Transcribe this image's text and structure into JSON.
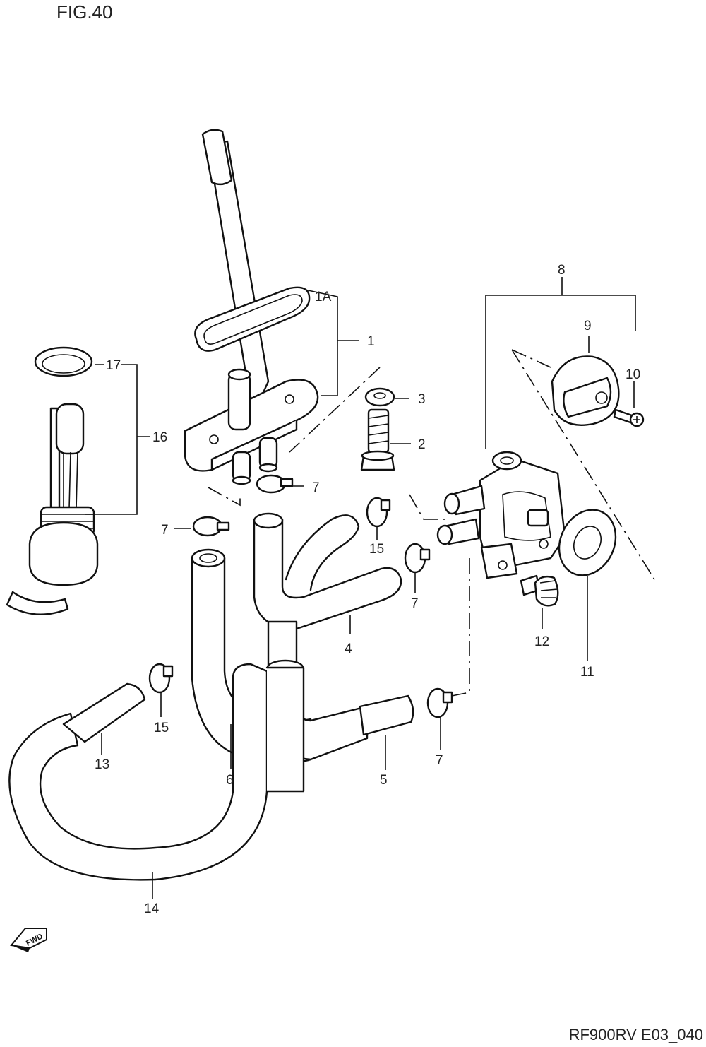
{
  "header": {
    "figure_title": "FIG.40"
  },
  "footer": {
    "code": "RF900RV E03_040"
  },
  "fwd_badge": {
    "text": "FWD"
  },
  "callouts": {
    "c1": "1",
    "c1A": "1A",
    "c2": "2",
    "c3": "3",
    "c4": "4",
    "c5": "5",
    "c6": "6",
    "c7a": "7",
    "c7b": "7",
    "c7c": "7",
    "c7d": "7",
    "c8": "8",
    "c9": "9",
    "c10": "10",
    "c11": "11",
    "c12": "12",
    "c13": "13",
    "c14": "14",
    "c15a": "15",
    "c15b": "15",
    "c16": "16",
    "c17": "17"
  }
}
